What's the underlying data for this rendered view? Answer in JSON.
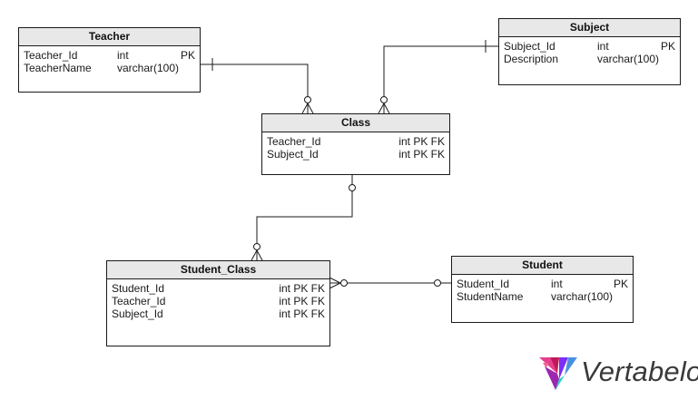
{
  "entities": {
    "teacher": {
      "title": "Teacher",
      "columns": [
        {
          "name": "Teacher_Id",
          "type": "int",
          "keys": "PK"
        },
        {
          "name": "TeacherName",
          "type": "varchar(100)",
          "keys": ""
        }
      ]
    },
    "subject": {
      "title": "Subject",
      "columns": [
        {
          "name": "Subject_Id",
          "type": "int",
          "keys": "PK"
        },
        {
          "name": "Description",
          "type": "varchar(100)",
          "keys": ""
        }
      ]
    },
    "class": {
      "title": "Class",
      "columns": [
        {
          "name": "Teacher_Id",
          "type": "",
          "keys": "int PK FK"
        },
        {
          "name": "Subject_Id",
          "type": "",
          "keys": "int PK FK"
        }
      ]
    },
    "student_class": {
      "title": "Student_Class",
      "columns": [
        {
          "name": "Student_Id",
          "type": "",
          "keys": "int PK FK"
        },
        {
          "name": "Teacher_Id",
          "type": "",
          "keys": "int PK FK"
        },
        {
          "name": "Subject_Id",
          "type": "",
          "keys": "int PK FK"
        }
      ]
    },
    "student": {
      "title": "Student",
      "columns": [
        {
          "name": "Student_Id",
          "type": "int",
          "keys": "PK"
        },
        {
          "name": "StudentName",
          "type": "varchar(100)",
          "keys": ""
        }
      ]
    }
  },
  "relationships": [
    {
      "from": "Teacher",
      "to": "Class",
      "from_end": "one",
      "to_end": "zero-or-many"
    },
    {
      "from": "Subject",
      "to": "Class",
      "from_end": "one",
      "to_end": "zero-or-many"
    },
    {
      "from": "Class",
      "to": "Student_Class",
      "from_end": "zero-or-one",
      "to_end": "zero-or-many"
    },
    {
      "from": "Student",
      "to": "Student_Class",
      "from_end": "zero-or-one",
      "to_end": "zero-or-many"
    }
  ],
  "branding": {
    "logo_text": "Vertabelo",
    "logo_colors": [
      "#e83e8c",
      "#7b2ff7",
      "#4a90e2",
      "#2dd4bf"
    ]
  }
}
